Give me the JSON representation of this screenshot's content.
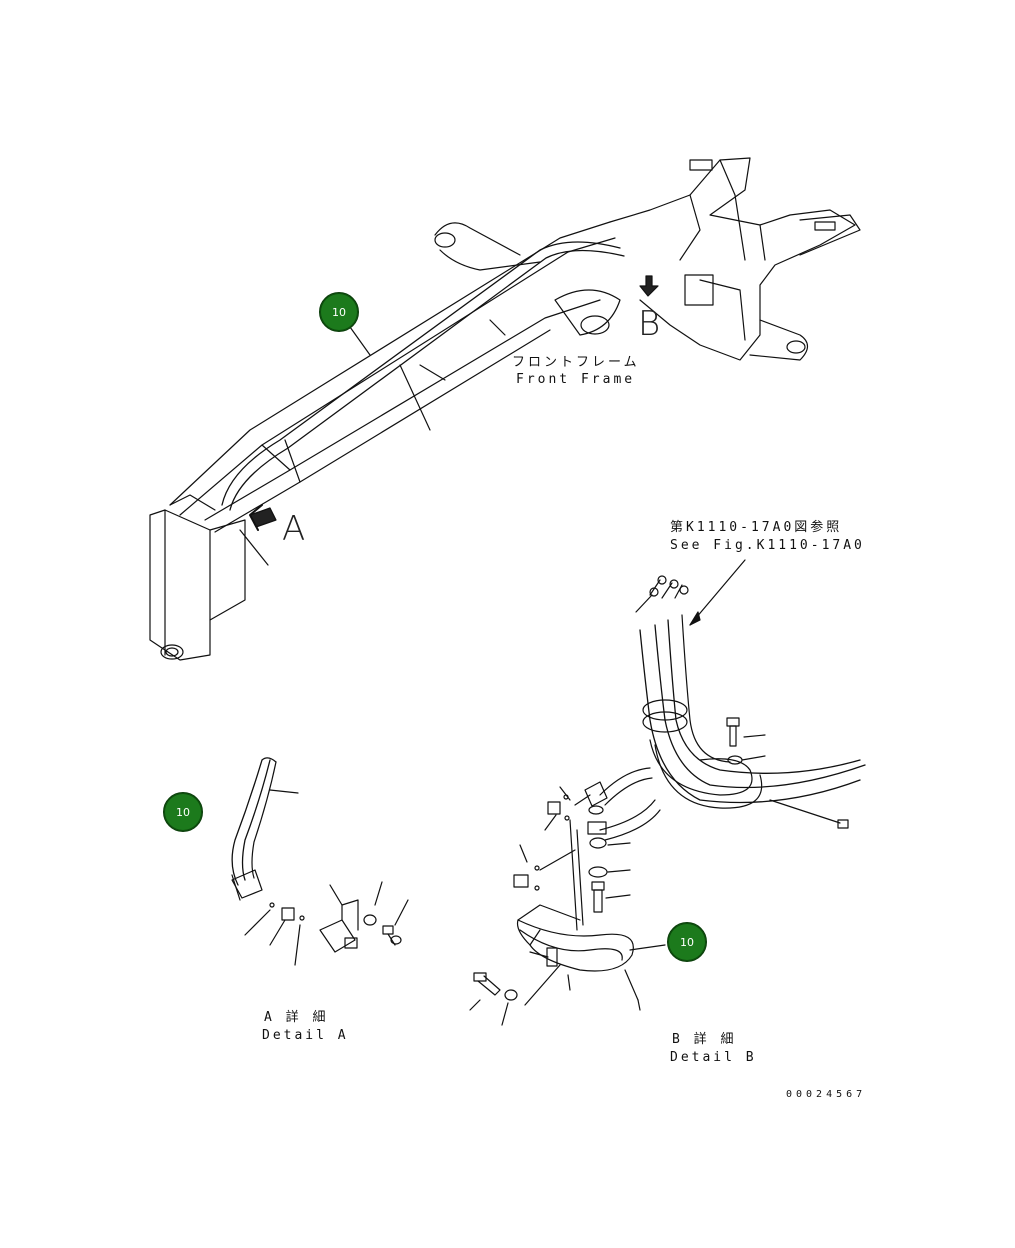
{
  "labels": {
    "front_frame_jp": "フロントフレーム",
    "front_frame_en": "Front Frame",
    "see_fig_jp": "第K1110-17A0図参照",
    "see_fig_en": "See Fig.K1110-17A0",
    "detail_a_jp": "A 詳 細",
    "detail_a_en": "Detail A",
    "detail_b_jp": "B 詳 細",
    "detail_b_en": "Detail B",
    "view_a": "A",
    "view_b": "B",
    "doc_number": "00024567"
  },
  "callouts": [
    {
      "id": "callout-1",
      "number": "10"
    },
    {
      "id": "callout-2",
      "number": "10"
    },
    {
      "id": "callout-3",
      "number": "10"
    }
  ],
  "colors": {
    "callout_fill": "#1c7a1c",
    "line": "#111111"
  }
}
